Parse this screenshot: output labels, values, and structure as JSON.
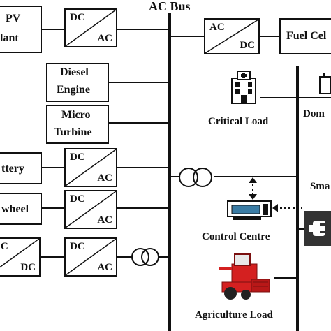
{
  "bus_title": "AC Bus",
  "sources": {
    "pv_line1": "PV",
    "pv_line2": "lant",
    "diesel_line1": "Diesel",
    "diesel_line2": "Engine",
    "micro_line1": "Micro",
    "micro_line2": "Turbine",
    "battery": "ttery",
    "flywheel": "wheel",
    "fuel_cell": "Fuel Cel"
  },
  "converters": {
    "dc_ac_top": "DC",
    "dc_ac_bottom": "AC",
    "ac_dc_top": "AC",
    "ac_dc_bottom": "DC"
  },
  "loads": {
    "critical": "Critical Load",
    "domestic": "Dom",
    "smart": "Sma",
    "control": "Control Centre",
    "agriculture": "Agriculture Load"
  },
  "icons": [
    "hospital-icon",
    "control-card-icon",
    "harvester-icon",
    "plug-icon",
    "house-icon",
    "transformer-icon"
  ],
  "colors": {
    "line": "#111111",
    "harvester": "#d42020",
    "plug_box": "#333333"
  }
}
